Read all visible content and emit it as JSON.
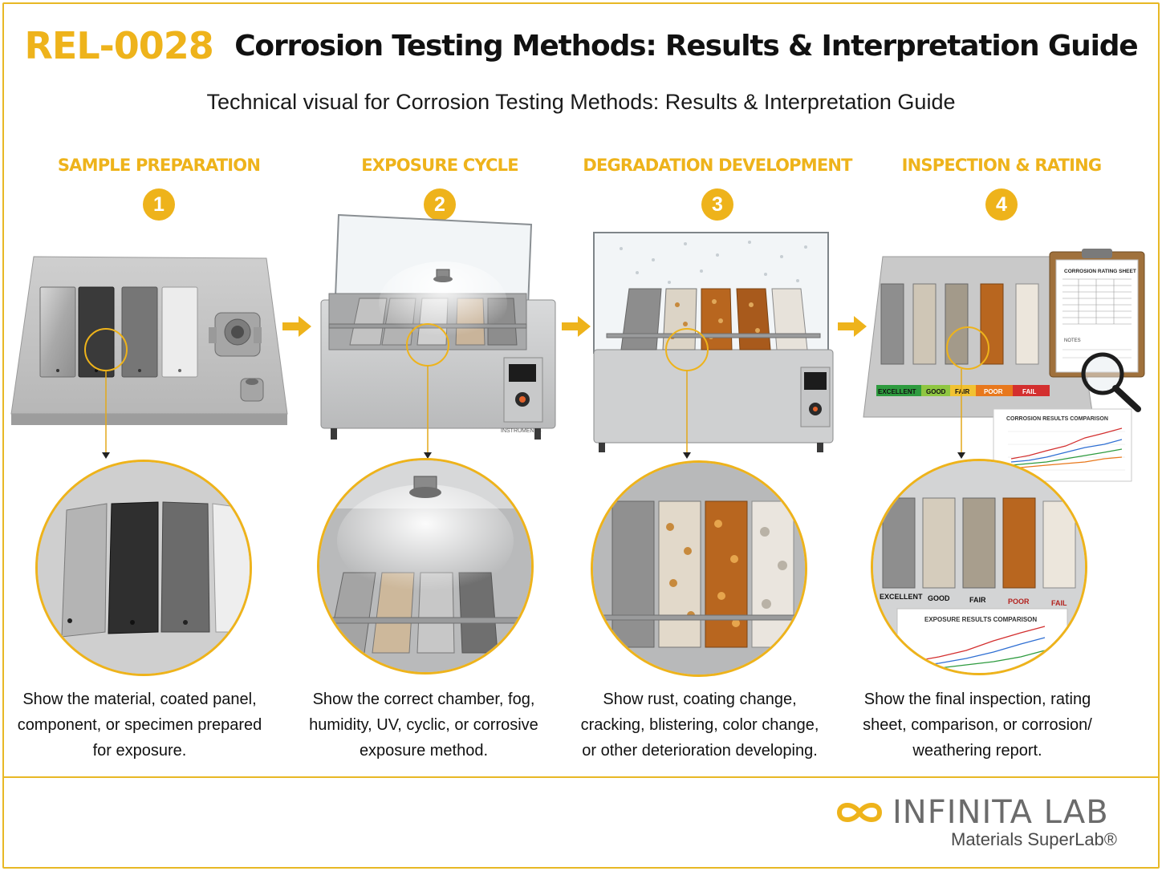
{
  "header": {
    "code": "REL-0028",
    "title": "Corrosion Testing Methods: Results & Interpretation Guide",
    "subtitle": "Technical visual for Corrosion Testing Methods: Results & Interpretation Guide"
  },
  "steps": [
    {
      "number": "1",
      "label": "SAMPLE PREPARATION",
      "caption": "Show the material, coated panel, component, or specimen prepared for exposure."
    },
    {
      "number": "2",
      "label": "EXPOSURE CYCLE",
      "caption": "Show the correct chamber, fog, humidity, UV, cyclic, or corrosive exposure method."
    },
    {
      "number": "3",
      "label": "DEGRADATION DEVELOPMENT",
      "caption": "Show rust, coating change, cracking, blistering, color change, or other deterioration developing."
    },
    {
      "number": "4",
      "label": "INSPECTION & RATING",
      "caption": "Show the final inspection, rating sheet, comparison, or corrosion/ weathering report."
    }
  ],
  "rating_scale": [
    "EXCELLENT",
    "GOOD",
    "FAIR",
    "POOR",
    "FAIL"
  ],
  "rating_sheet": {
    "title": "CORROSION RATING SHEET",
    "notes": "NOTES"
  },
  "comparison_chart": {
    "title_top": "CORROSION RESULTS COMPARISON",
    "title_zoom": "EXPOSURE RESULTS COMPARISON"
  },
  "chamber_brand": "INSTRUMENTS",
  "logo": {
    "name": "INFINITA LAB",
    "tagline": "Materials SuperLab®"
  },
  "colors": {
    "accent": "#eeb31b",
    "excellent": "#2e9b3f",
    "good": "#8fc641",
    "fair": "#f1c232",
    "poor": "#e8781c",
    "fail": "#d32f2f",
    "rust": "#b8661f"
  }
}
